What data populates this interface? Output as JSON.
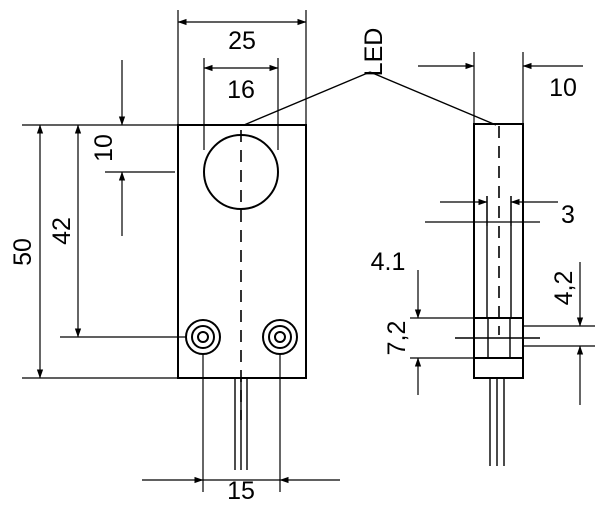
{
  "front_view": {
    "width_total": "25",
    "led_diameter": "16",
    "led_offset": "10",
    "height_total": "50",
    "hole_height": "42",
    "hole_spacing": "15"
  },
  "side_view": {
    "led_label": "LED",
    "thickness": "10",
    "led_depth": "3",
    "hole_offset_a": "4.1",
    "hole_offset_b": "4,2",
    "hole_diameter": "7,2"
  }
}
